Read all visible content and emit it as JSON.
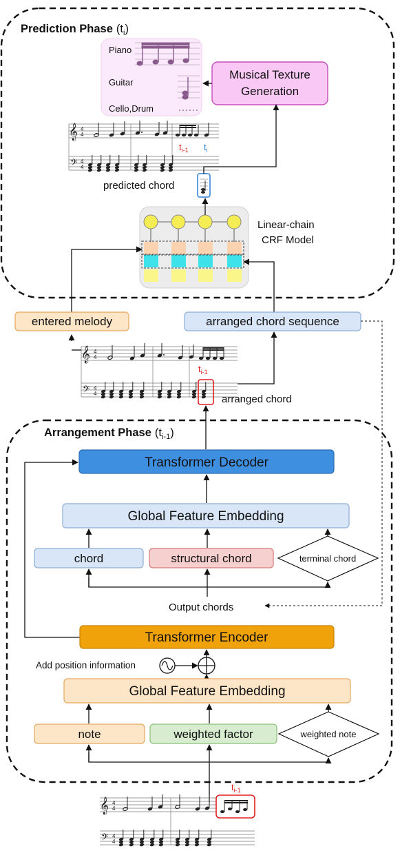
{
  "prediction_phase": {
    "title_bold": "Prediction Phase",
    "title_sub_base": "(t",
    "title_sub_index": "i",
    "title_sub_close": ")"
  },
  "texture_panel": {
    "instruments": [
      "Piano",
      "Guitar",
      "Cello,Drum"
    ]
  },
  "musical_texture_box": {
    "line1": "Musical Texture",
    "line2": "Generation"
  },
  "top_score": {
    "label_prev": "t",
    "label_prev_sub": "i-1",
    "label_curr": "t",
    "label_curr_sub": "i"
  },
  "predicted_chord_label": "predicted chord",
  "crf_label": {
    "line1": "Linear-chain",
    "line2": "CRF Model"
  },
  "entered_melody_box": "entered melody",
  "arranged_chord_sequence_box": "arranged chord sequence",
  "mid_score": {
    "label": "t",
    "label_sub": "i-1"
  },
  "arranged_chord_label": "arranged chord",
  "arrangement_phase": {
    "title_bold": "Arrangement Phase",
    "title_sub_base": "(t",
    "title_sub_index": "i-1",
    "title_sub_close": ")"
  },
  "decoder": {
    "transformer_decoder": "Transformer Decoder",
    "global_feature_embedding": "Global Feature Embedding",
    "chord": "chord",
    "structural_chord": "structural chord",
    "terminal_chord": "terminal chord",
    "output_chords": "Output chords"
  },
  "encoder": {
    "transformer_encoder": "Transformer Encoder",
    "add_position_information": "Add position information",
    "global_feature_embedding": "Global Feature Embedding",
    "note": "note",
    "weighted_factor": "weighted factor",
    "weighted_note": "weighted note"
  },
  "bottom_score": {
    "label": "t",
    "label_sub": "i-1"
  },
  "colors": {
    "orange_box": "#fde5c7",
    "orange_stroke": "#e6a85c",
    "blue_box": "#d9e6f7",
    "blue_stroke": "#8eadd6",
    "decoder_fill": "#3f8fe0",
    "encoder_fill": "#f0a20a",
    "pink_box": "#f9c8f4",
    "pink_stroke": "#c54fbf",
    "red_box": "#f6cfcf",
    "red_stroke": "#d47a7a",
    "green_box": "#d8ecd0",
    "green_stroke": "#8bbf7a",
    "highlight_red": "#e02020",
    "highlight_blue": "#2a7fd8"
  }
}
